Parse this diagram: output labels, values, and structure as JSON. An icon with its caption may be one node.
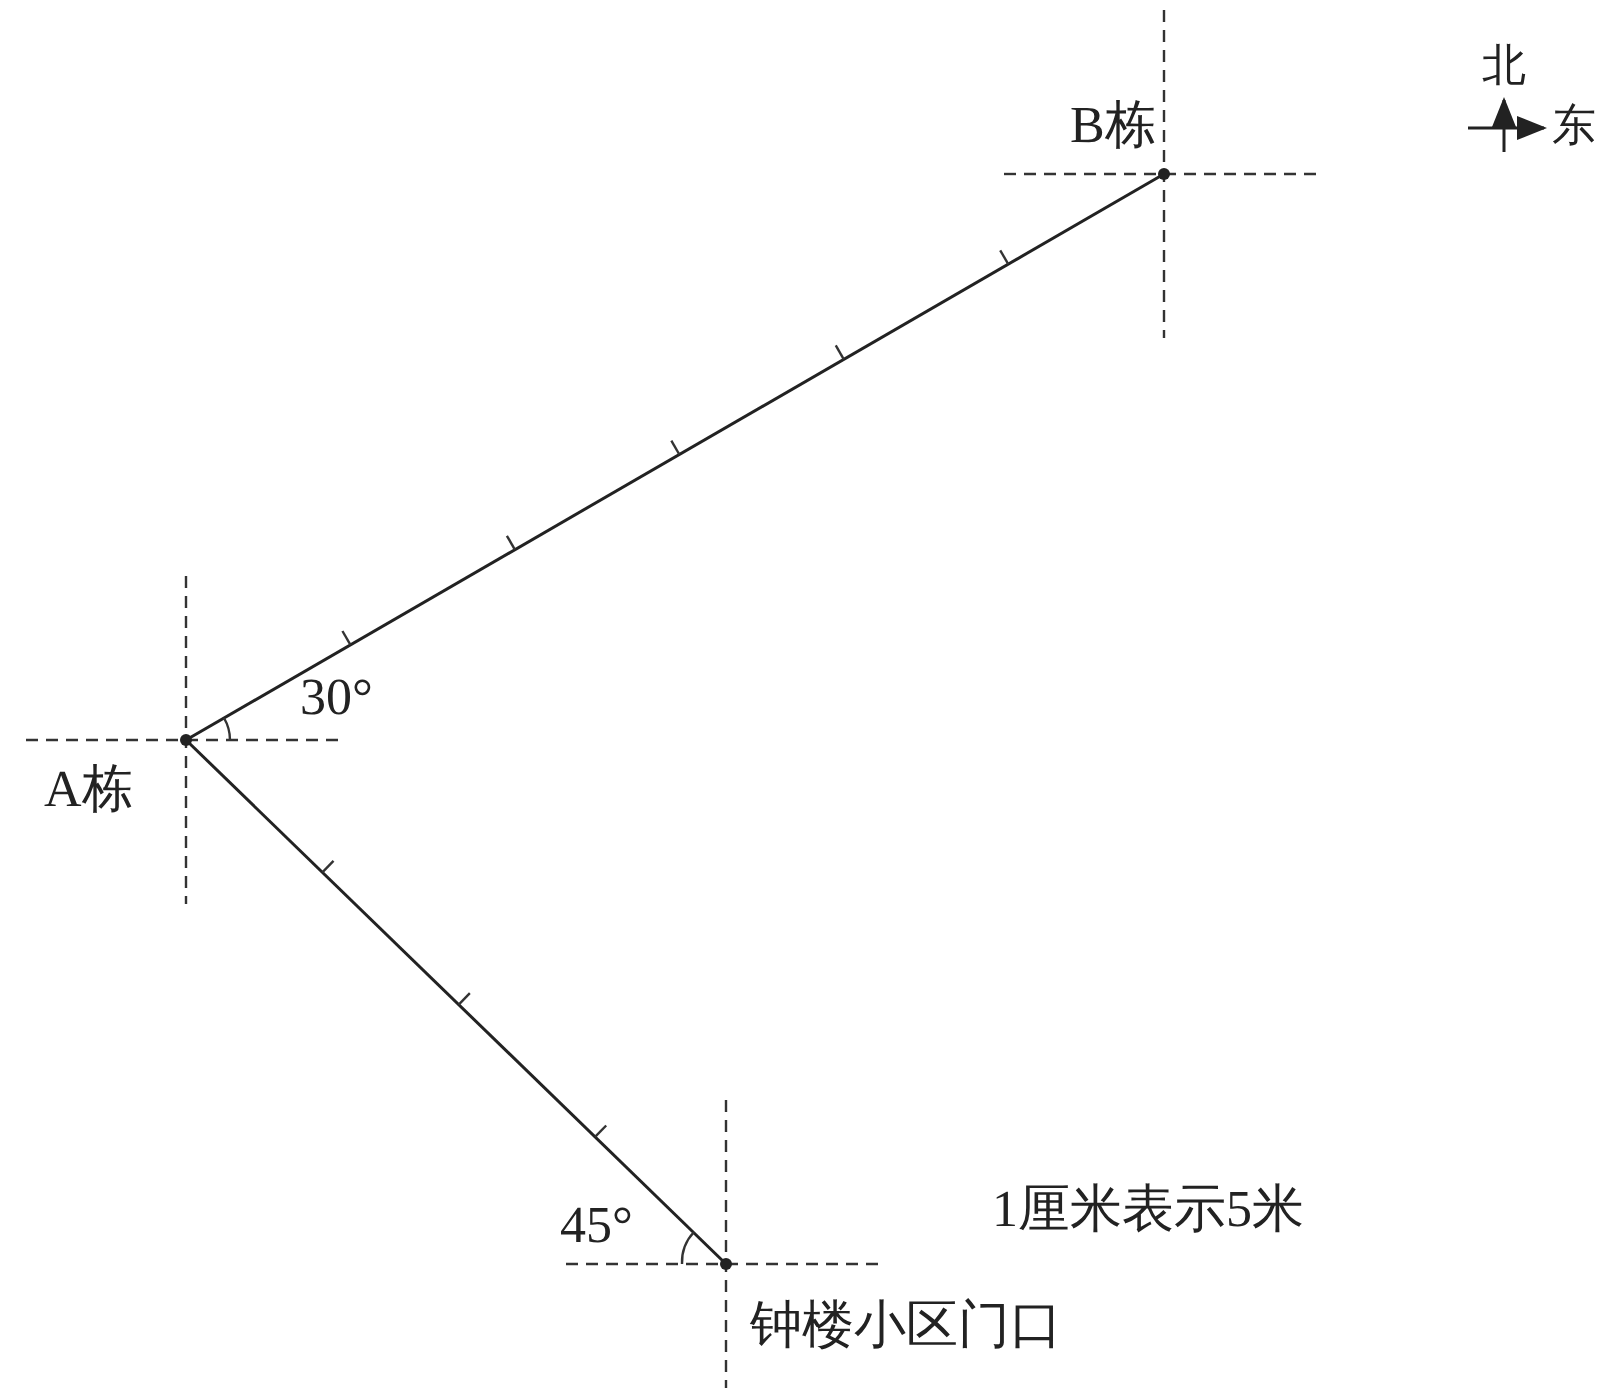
{
  "diagram": {
    "nodes": [
      {
        "text": [
          "B栋"
        ]
      },
      {
        "text": [
          "A栋"
        ]
      },
      {
        "text": [
          "钟楼小区门口"
        ]
      }
    ],
    "edges": [
      {
        "from": 1,
        "to": 0,
        "arrow": "none"
      },
      {
        "from": 1,
        "to": 2,
        "arrow": "none"
      }
    ],
    "labels": [
      "北",
      "东",
      "30°",
      "45°",
      "1厘米表示5米"
    ]
  }
}
